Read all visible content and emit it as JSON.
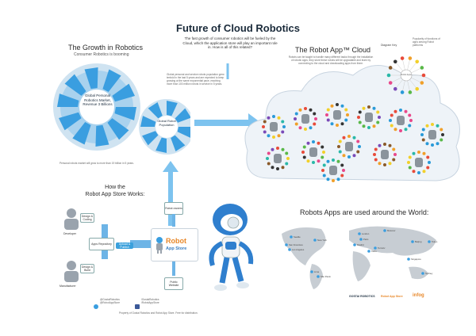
{
  "title": "Future of Cloud Robotics",
  "growth": {
    "title": "The Growth in Robotics",
    "subtitle": "Consumer Robotics is booming",
    "gear_big_text": "Global Personal Robotics Market, Revenue 3 Billions",
    "gear_small_text": "Global Robot Population",
    "footer_note": "Personal robots market will grow to more than 19 billion in 5 years."
  },
  "intro_text": "The fast growth of consumer robotics will be fueled by the Cloud, which the application store will play an important role in. How is all of this related?",
  "population_text": "Global personal and service robots population grew tenfold in the last 5 years and are expected to keep growing at the same exponential pace, reaching more than 100 million robots in service in 5 years.",
  "cloud": {
    "title": "The Robot App™ Cloud",
    "desc": "Robots can be taught to handle many different tasks through the installation of robotic apps, they store these robots will be upgradable and learn by connecting to the cloud and downloading apps from there."
  },
  "diagram_key": {
    "title": "Diagram Key",
    "note": "Popularity of functions of apps among Robot platforms",
    "center": "Robot Apps"
  },
  "how": {
    "title_line1": "How the",
    "title_line2": "Robot App Store Works:",
    "developer": "Developer",
    "manufacturer": "Manufacturer",
    "design_dev": "Design & Coding",
    "design_mfg": "Design & Build",
    "repository": "Apps Repository",
    "upload": "Upload & Publish",
    "robot_owners": "Robot owners",
    "public_website": "Public Website",
    "store_line1": "Robot",
    "store_line2": "App Store"
  },
  "world": {
    "title": "Robots Apps are used around the World:",
    "cities": [
      "Seattle",
      "San Francisco",
      "Los Angeles",
      "New York",
      "London",
      "Paris",
      "Madrid",
      "Tel Aviv",
      "Moscow",
      "Tokyo",
      "Sydney",
      "São Paulo",
      "Lima",
      "Cairo",
      "Singapore",
      "Beijing"
    ]
  },
  "footer": {
    "social_1": "@GostaiRobotics @RobotAppStore",
    "social_2": "/GostaiRobotics /RobotAppStore",
    "credit": "Property of Gostai Robotics and Robot App Store. Free for distribution.",
    "logo_gostai": "GOSTAI ROBOTICS",
    "logo_ras": "Robot App Store",
    "logo_infog": "infog"
  },
  "colors": {
    "gear_blue": "#3a9ee0",
    "light_blue": "#7dc3ef",
    "arrow_blue": "#5ab4ea",
    "orange": "#e8882a",
    "gray": "#9aa3ad"
  },
  "app_dot_colors": [
    "#e84b3a",
    "#f0a02a",
    "#f2d02a",
    "#59b848",
    "#2a9ad8",
    "#7a4ab8",
    "#e8488a",
    "#2ab8a8",
    "#8a5a2a",
    "#333333"
  ]
}
